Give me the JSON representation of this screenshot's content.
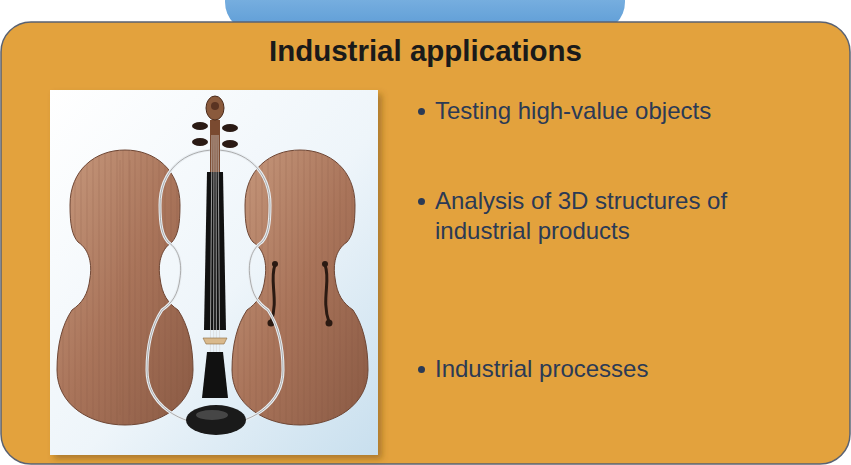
{
  "diagram": {
    "nodes": [
      {
        "text": [
          "Industrial applications",
          "Testing high-value objects",
          "Analysis of 3D structures of industrial products",
          "Industrial processes"
        ]
      }
    ]
  }
}
